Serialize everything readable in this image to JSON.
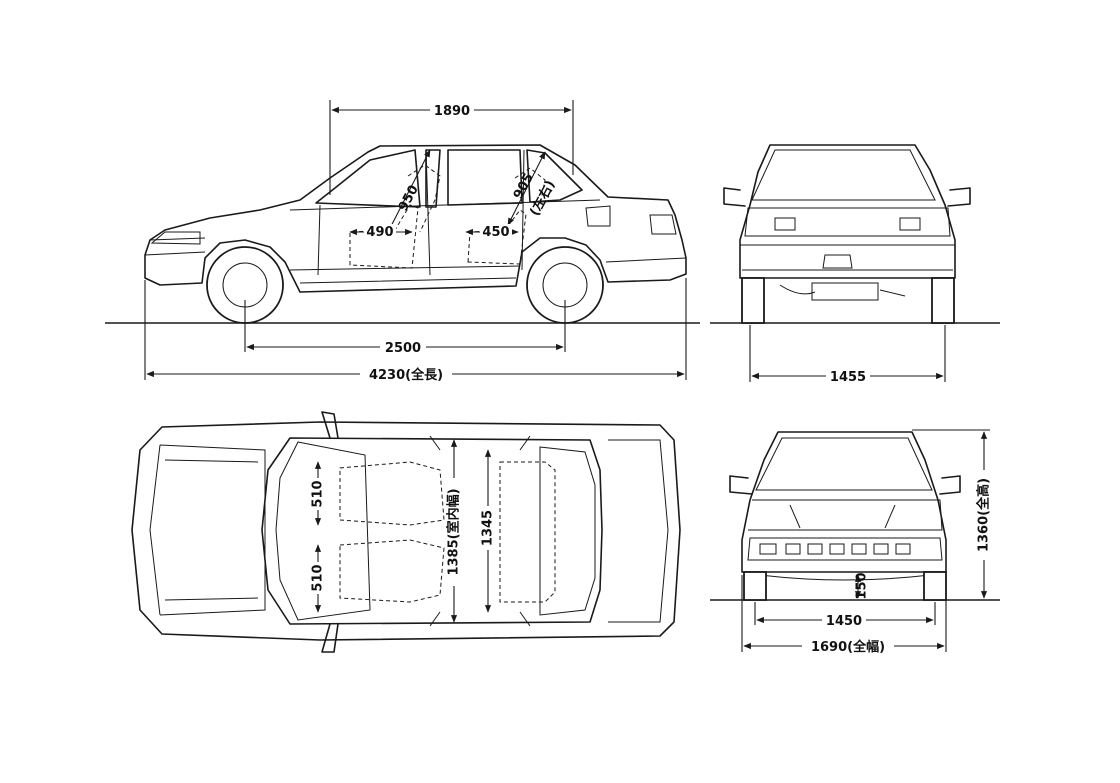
{
  "dimensions": {
    "wheelbase": "2500",
    "overall_length": "4230(全長)",
    "cabin_length": "1890",
    "front_headroom": "950",
    "rear_headroom": "905",
    "rear_headroom_note": "(左右)",
    "front_seat_depth": "490",
    "rear_seat_depth": "450",
    "rear_tread": "1455",
    "front_seat_width": "510",
    "rear_seat_width": "510",
    "interior_width": "1385(室内幅)",
    "interior_length": "1345",
    "overall_height": "1360(全高)",
    "ground_clearance": "150",
    "front_tread": "1450",
    "overall_width": "1690(全幅)"
  }
}
